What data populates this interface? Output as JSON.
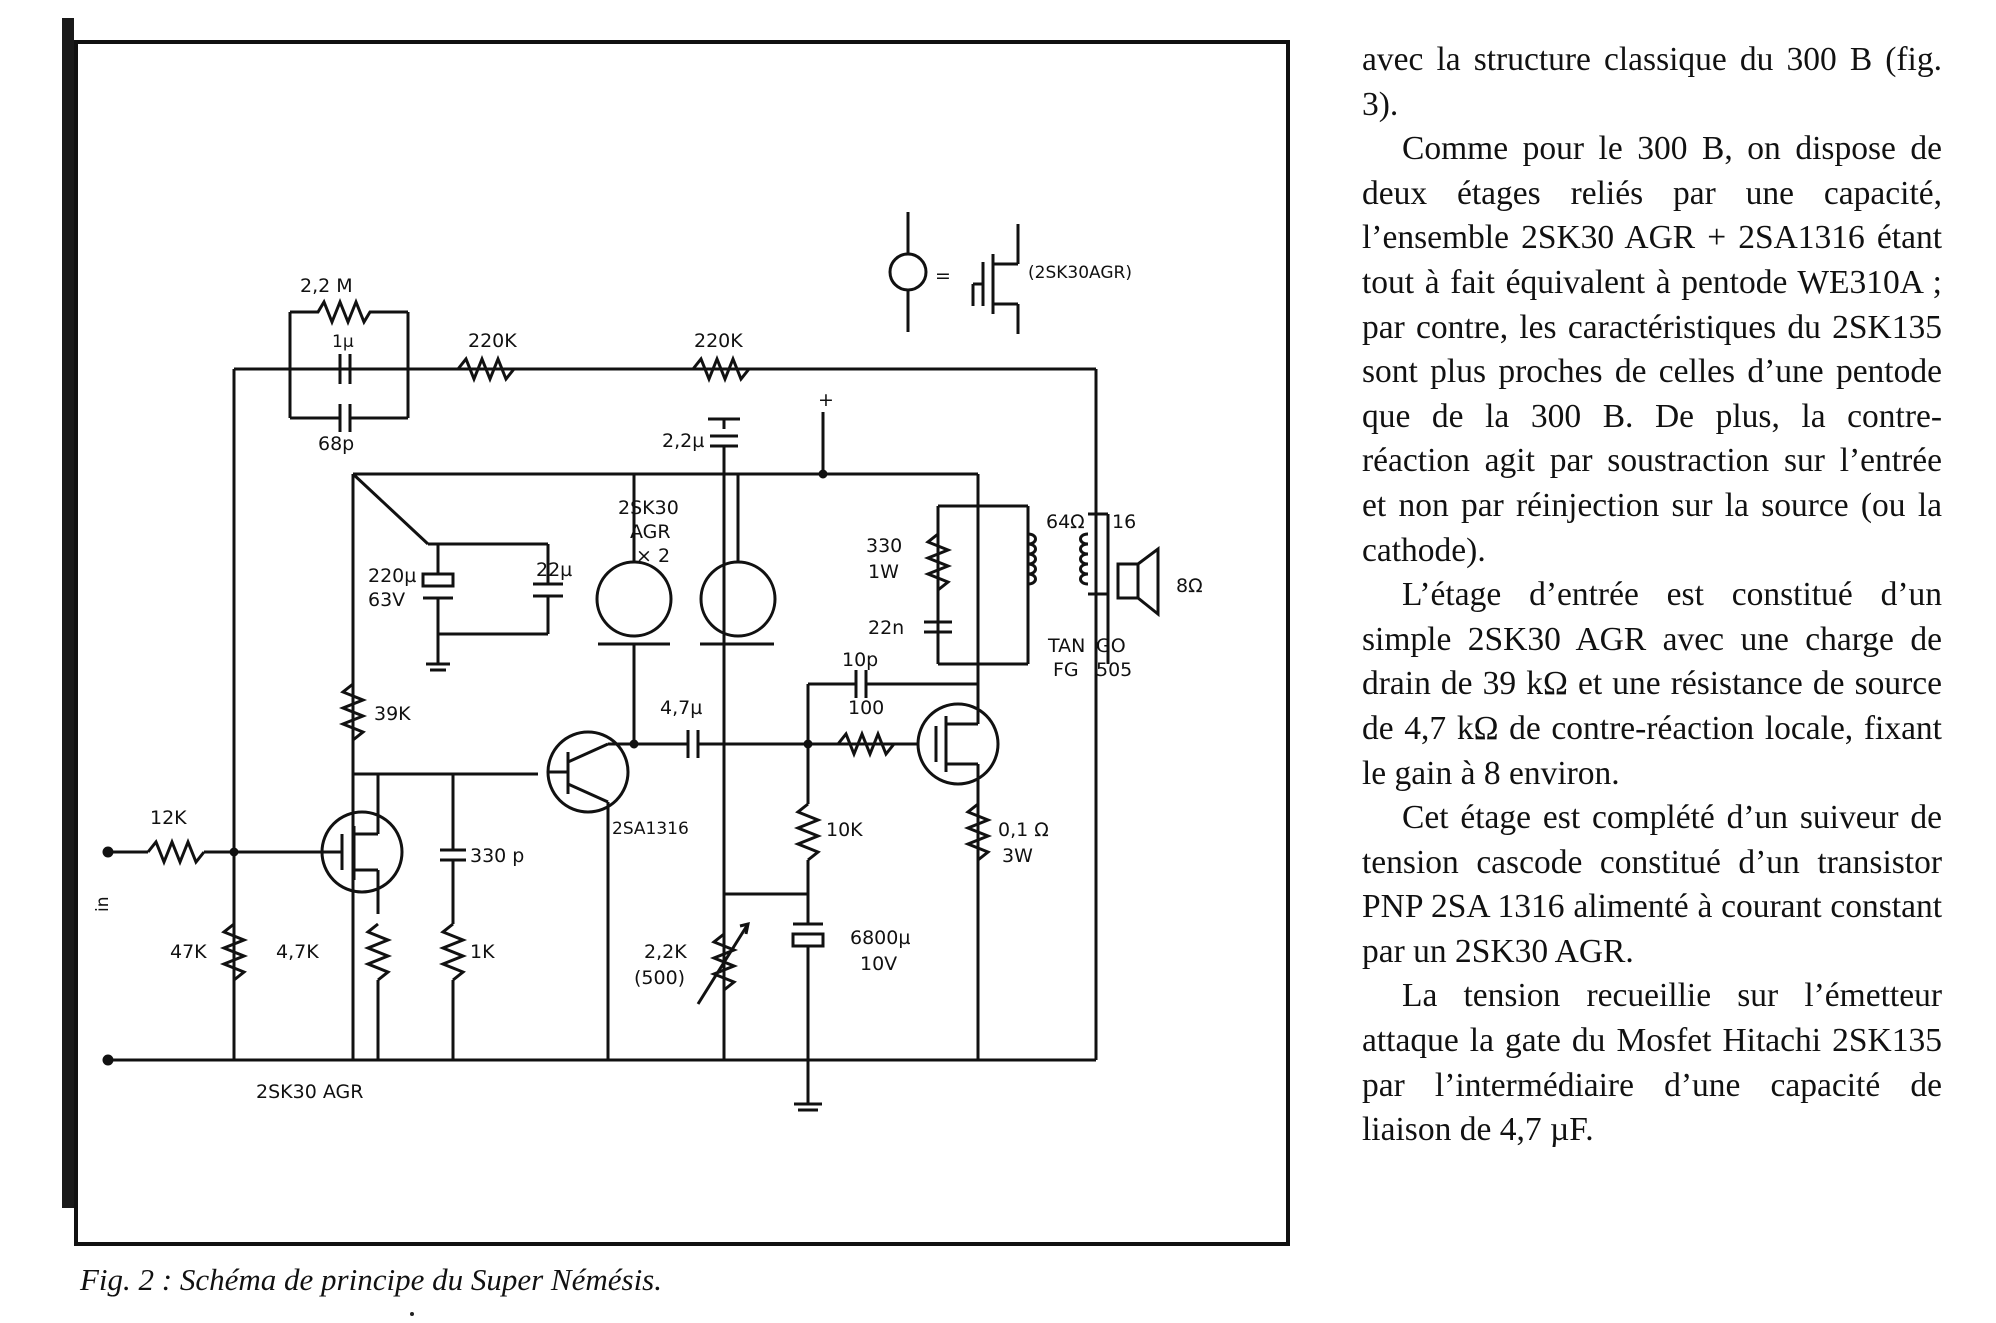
{
  "figure": {
    "caption": "Fig. 2 : Schéma de principe du Super Némésis.",
    "legend_equals": "=",
    "legend_part": "(2SK30AGR)",
    "labels": {
      "r_2_2M": "2,2 M",
      "c_1u": "1µ",
      "r_220K_a": "220K",
      "r_220K_b": "220K",
      "c_68p": "68p",
      "c_2_2u": "2,2µ",
      "plus": "+",
      "q_2sk30_line1": "2SK30",
      "q_2sk30_line2": "AGR",
      "q_2sk30_line3": "× 2",
      "r_330": "330",
      "r_1w": "1W",
      "l_64": "64Ω",
      "l_16": "16",
      "spk": "8Ω",
      "c_22n": "22n",
      "tango_1": "TAN",
      "tango_2": "GO",
      "fg_1": "FG",
      "fg_2": "505",
      "c_220u": "220µ",
      "c_63v": "63V",
      "c_22u": "22µ",
      "c_10p": "10p",
      "r_100": "100",
      "r_39K": "39K",
      "c_4_7u": "4,7µ",
      "q_2sa1316": "2SA1316",
      "r_10K": "10K",
      "r_0_1": "0,1 Ω",
      "r_3w": "3W",
      "r_12K": "12K",
      "input": "in",
      "c_330p": "330 p",
      "r_47K": "47K",
      "r_4_7K": "4,7K",
      "r_1K": "1K",
      "p_2_2K": "2,2K",
      "p_500": "(500)",
      "c_6800u": "6800µ",
      "c_10v": "10V",
      "q_2sk30_bottom": "2SK30 AGR"
    }
  },
  "article": {
    "paragraphs": [
      "avec la structure classique du 300 B (fig. 3).",
      "Comme pour le 300 B, on dispose de deux étages reliés par une capacité, l’ensemble 2SK30 AGR + 2SA1316 étant tout à fait équivalent à pentode WE310A ; par contre, les caractéristiques du 2SK135 sont plus proches de celles d’une pentode que de la 300 B. De plus, la contre-réaction agit par soustraction sur l’entrée et non par réinjection sur la source (ou la cathode).",
      "L’étage d’entrée est constitué d’un simple 2SK30 AGR avec une charge de drain de 39 kΩ et une résistance de source de 4,7 kΩ de contre-réaction locale, fixant le gain à 8 environ.",
      "Cet étage est complété d’un suiveur de tension cascode constitué d’un transistor PNP 2SA 1316 alimenté à courant constant par un 2SK30 AGR.",
      "La tension recueillie sur l’émetteur attaque la gate du Mosfet Hitachi 2SK135 par l’intermédiaire d’une capacité de liaison de 4,7 µF."
    ]
  }
}
